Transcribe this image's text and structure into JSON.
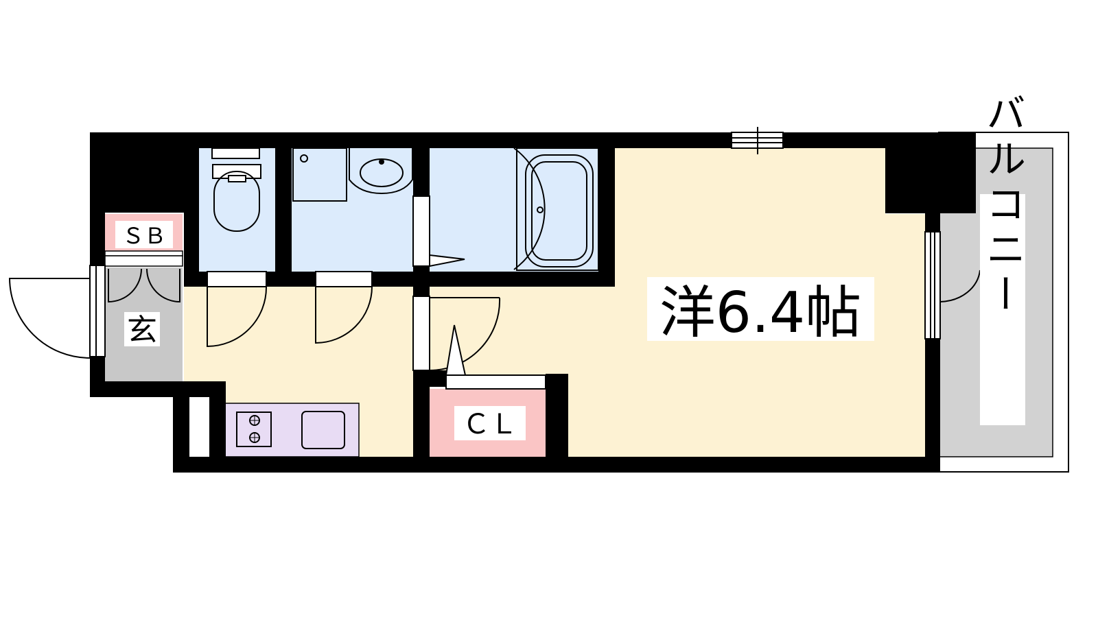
{
  "rooms": {
    "western": {
      "label": "洋6.4帖"
    },
    "closet": {
      "label": "ＣＬ"
    },
    "shoebox": {
      "label": "ＳＢ"
    },
    "entrance": {
      "label": "玄"
    },
    "balcony": {
      "label": "バルコニー"
    }
  },
  "colors": {
    "wall": "#000000",
    "living_floor": "#fdf2d3",
    "wet_area": "#dcebfc",
    "storage": "#fac5c5",
    "kitchen_counter": "#e8dcf4",
    "entrance_floor": "#c8c8c8",
    "balcony_floor": "#d2d2d2"
  }
}
